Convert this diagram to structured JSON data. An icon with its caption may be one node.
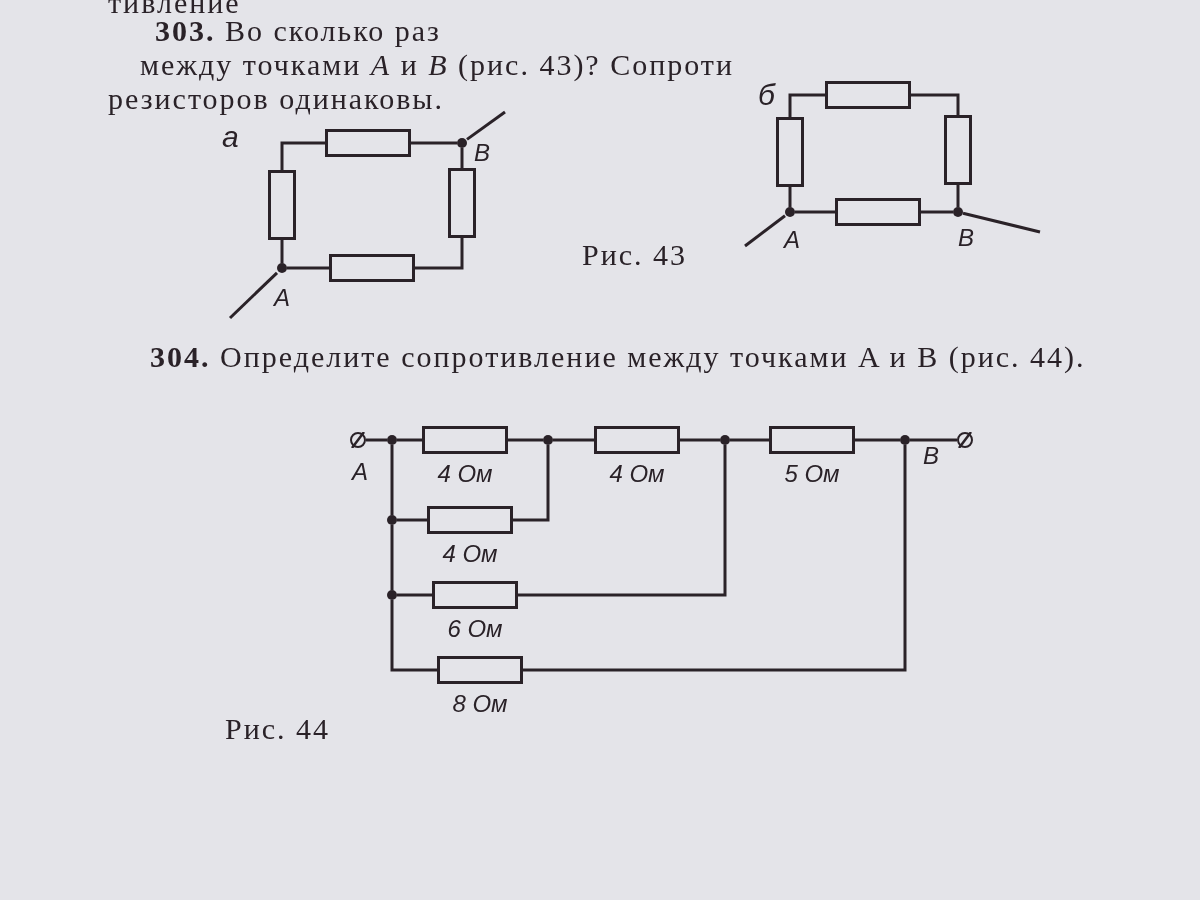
{
  "diagram": {
    "nodes": [
      {
        "text": [],
        "shape": "circle",
        "beside": [
          "A"
        ]
      },
      {
        "text": [],
        "shape": "box"
      },
      {
        "text": [],
        "shape": "box"
      },
      {
        "text": [],
        "shape": "circle",
        "beside": [
          "B"
        ]
      },
      {
        "text": [],
        "shape": "box"
      },
      {
        "text": [],
        "shape": "box"
      },
      {
        "text": [],
        "shape": "box"
      },
      {
        "text": [],
        "shape": "box"
      },
      {
        "text": [],
        "shape": "box"
      },
      {
        "text": [],
        "shape": "circle",
        "beside": [
          "A"
        ]
      },
      {
        "text": [],
        "shape": "box"
      },
      {
        "text": [],
        "shape": "circle",
        "beside": [
          "B"
        ]
      },
      {
        "text": [],
        "shape": "circle",
        "beside": [
          "A"
        ]
      },
      {
        "text": [],
        "shape": "circle"
      },
      {
        "text": [],
        "shape": "box",
        "beside": [
          "4 Ом"
        ]
      },
      {
        "text": [],
        "shape": "circle"
      },
      {
        "text": [],
        "shape": "box",
        "beside": [
          "4 Ом"
        ]
      },
      {
        "text": [],
        "shape": "circle"
      },
      {
        "text": [],
        "shape": "box",
        "beside": [
          "5 Ом"
        ]
      },
      {
        "text": [],
        "shape": "circle",
        "beside": [
          "B"
        ]
      },
      {
        "text": [],
        "shape": "circle"
      },
      {
        "text": [],
        "shape": "circle"
      },
      {
        "text": [],
        "shape": "box",
        "beside": [
          "4 Ом"
        ]
      },
      {
        "text": [],
        "shape": "circle"
      },
      {
        "text": [],
        "shape": "box",
        "beside": [
          "6 Ом"
        ]
      },
      {
        "text": [],
        "shape": "box",
        "beside": [
          "8 Ом"
        ]
      }
    ],
    "edges": [
      {
        "from": 0,
        "to": 1,
        "arrow": "none"
      },
      {
        "from": 1,
        "to": 2,
        "arrow": "none"
      },
      {
        "from": 2,
        "to": 3,
        "arrow": "none"
      },
      {
        "from": 3,
        "to": 4,
        "arrow": "none"
      },
      {
        "from": 4,
        "to": 5,
        "arrow": "none"
      },
      {
        "from": 5,
        "to": 0,
        "arrow": "none"
      },
      {
        "from": 0,
        "to": null,
        "arrow": "none"
      },
      {
        "from": 3,
        "to": null,
        "arrow": "none"
      },
      {
        "from": 9,
        "to": 7,
        "arrow": "none"
      },
      {
        "from": 7,
        "to": 6,
        "arrow": "none"
      },
      {
        "from": 6,
        "to": 8,
        "arrow": "none"
      },
      {
        "from": 8,
        "to": 11,
        "arrow": "none"
      },
      {
        "from": 11,
        "to": 10,
        "arrow": "none"
      },
      {
        "from": 10,
        "to": 9,
        "arrow": "none"
      },
      {
        "from": 9,
        "to": null,
        "arrow": "none"
      },
      {
        "from": 11,
        "to": null,
        "arrow": "none"
      },
      {
        "from": 12,
        "to": 13,
        "arrow": "none"
      },
      {
        "from": 13,
        "to": 14,
        "arrow": "none"
      },
      {
        "from": 14,
        "to": 15,
        "arrow": "none"
      },
      {
        "from": 15,
        "to": 16,
        "arrow": "none"
      },
      {
        "from": 16,
        "to": 17,
        "arrow": "none"
      },
      {
        "from": 17,
        "to": 18,
        "arrow": "none"
      },
      {
        "from": 18,
        "to": 19,
        "arrow": "none"
      },
      {
        "from": 19,
        "to": 20,
        "arrow": "none"
      },
      {
        "from": 13,
        "to": 21,
        "arrow": "none"
      },
      {
        "from": 21,
        "to": 22,
        "arrow": "none"
      },
      {
        "from": 22,
        "to": 15,
        "arrow": "none"
      },
      {
        "from": 21,
        "to": 23,
        "arrow": "none"
      },
      {
        "from": 23,
        "to": 24,
        "arrow": "none"
      },
      {
        "from": 24,
        "to": 17,
        "arrow": "none"
      },
      {
        "from": 23,
        "to": 25,
        "arrow": "none"
      },
      {
        "from": 25,
        "to": 19,
        "arrow": "none"
      }
    ],
    "labels": [
      "тивление",
      "**303.** Во сколько раз",
      "между точками *A* и *B* (рис. 43)? Сопроти",
      "резисторов одинаковы.",
      "а",
      "б",
      "Рис. 43",
      "**304.** Определите сопротивление между точками A и B (рис. 44).",
      "Рис. 44"
    ]
  }
}
